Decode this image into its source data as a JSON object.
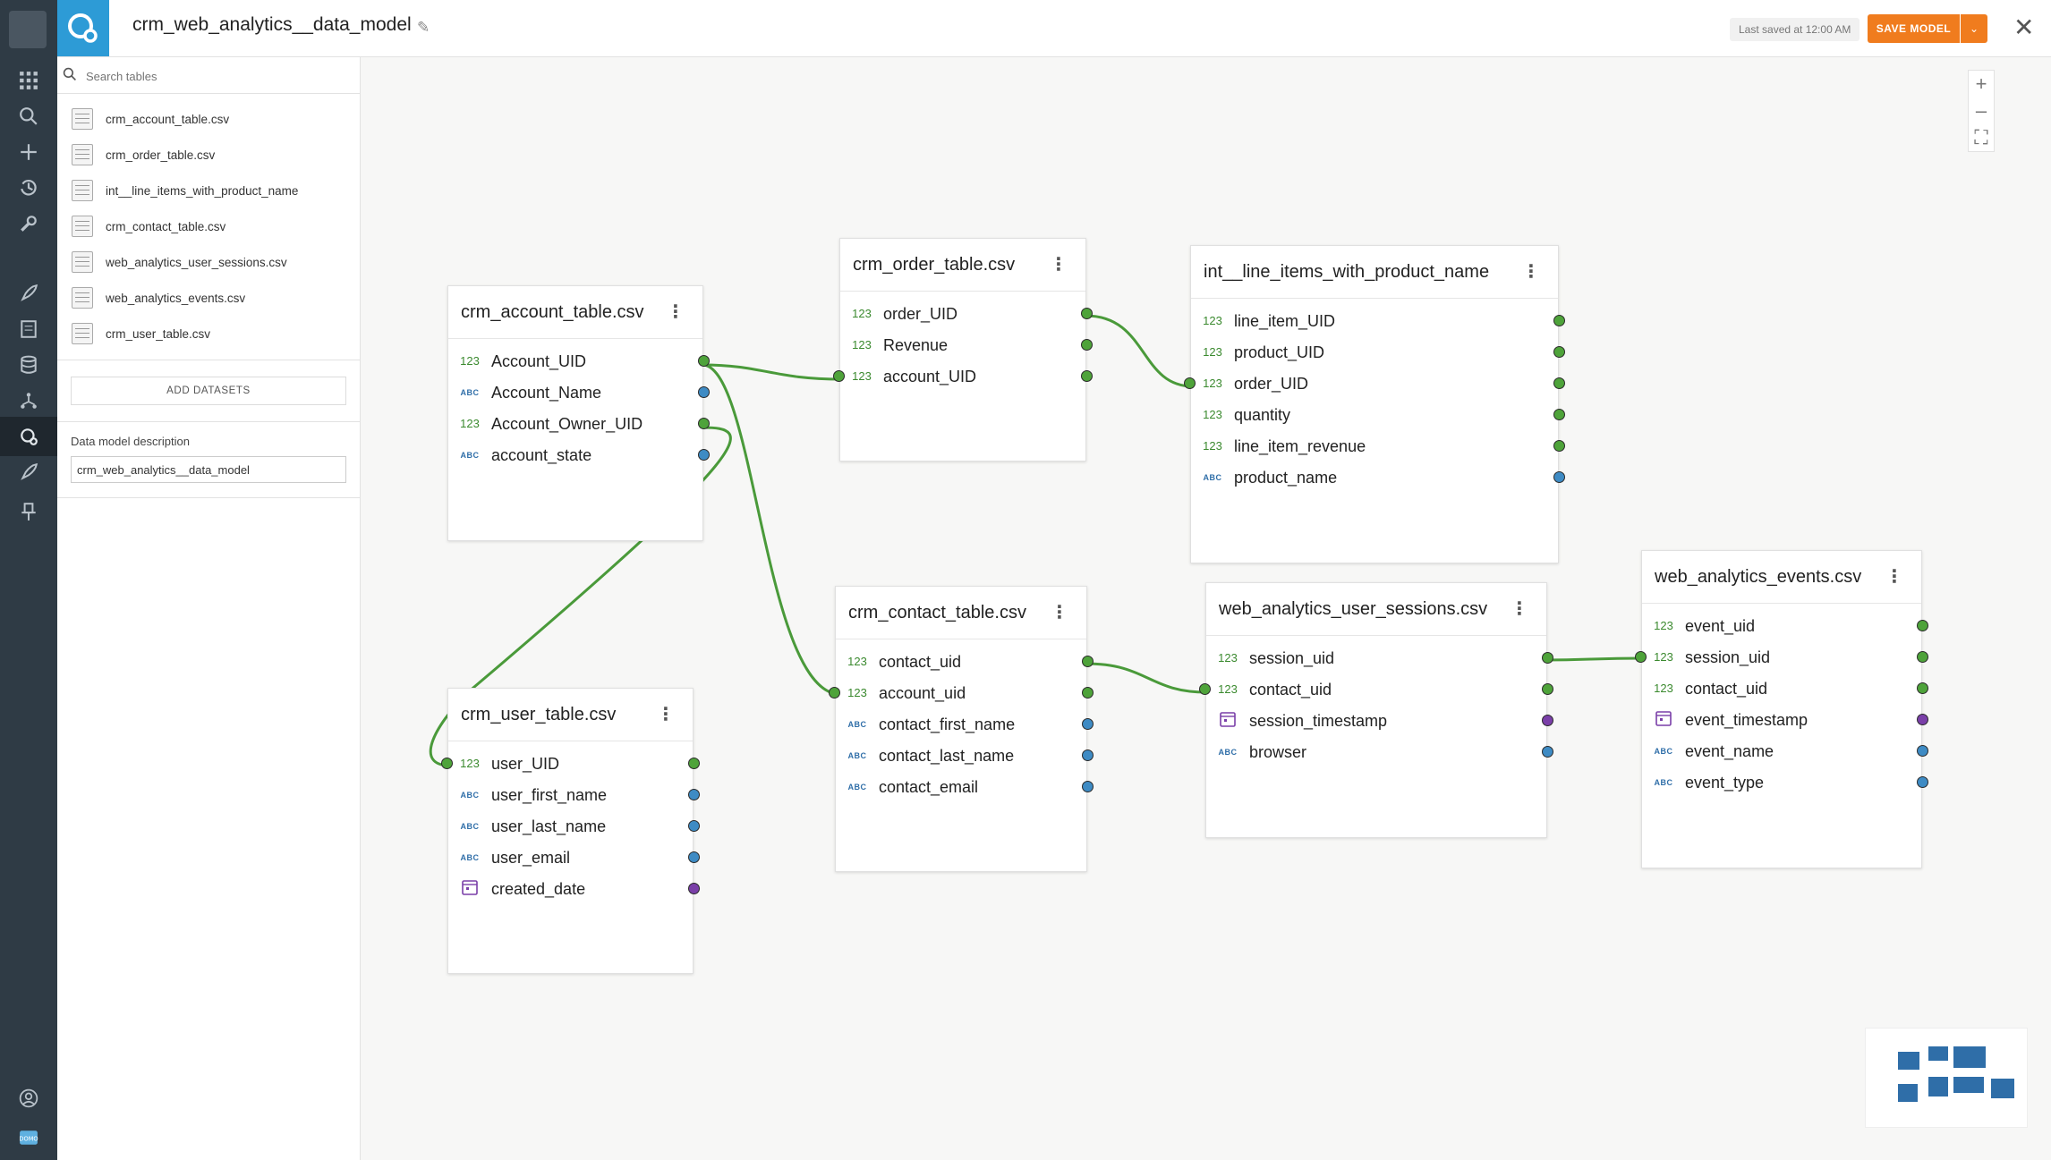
{
  "header": {
    "model_title": "crm_web_analytics__data_model",
    "last_saved": "Last saved at 12:00 AM",
    "save_label": "SAVE MODEL",
    "close_icon": "close-icon"
  },
  "sidebar": {
    "search_placeholder": "Search tables",
    "tables": [
      "crm_account_table.csv",
      "crm_order_table.csv",
      "int__line_items_with_product_name",
      "crm_contact_table.csv",
      "web_analytics_user_sessions.csv",
      "web_analytics_events.csv",
      "crm_user_table.csv"
    ],
    "add_datasets_label": "ADD DATASETS",
    "description_label": "Data model description",
    "description_value": "crm_web_analytics__data_model"
  },
  "nav_icons": [
    "apps-icon",
    "search-icon",
    "plus-icon",
    "history-icon",
    "wrench-icon",
    "rocket-icon",
    "report-icon",
    "database-icon",
    "lineage-icon",
    "data-model-icon",
    "rocket-icon",
    "pin-icon",
    "user-icon",
    "logo-icon"
  ],
  "colors": {
    "accent": "#f07c1e",
    "link": "#4a9a3a",
    "numeric": "#4ea33a",
    "text_type": "#3e8bc4",
    "date_type": "#7a3fa8",
    "rail": "#2f3b45",
    "brand": "#2d9bd6"
  },
  "type_labels": {
    "num": "123",
    "abc": "ABC"
  },
  "tables": {
    "account": {
      "name": "crm_account_table.csv",
      "fields": [
        {
          "name": "Account_UID",
          "type": "num"
        },
        {
          "name": "Account_Name",
          "type": "abc"
        },
        {
          "name": "Account_Owner_UID",
          "type": "num"
        },
        {
          "name": "account_state",
          "type": "abc"
        }
      ]
    },
    "order": {
      "name": "crm_order_table.csv",
      "fields": [
        {
          "name": "order_UID",
          "type": "num"
        },
        {
          "name": "Revenue",
          "type": "num"
        },
        {
          "name": "account_UID",
          "type": "num"
        }
      ]
    },
    "lineitems": {
      "name": "int__line_items_with_product_name",
      "fields": [
        {
          "name": "line_item_UID",
          "type": "num"
        },
        {
          "name": "product_UID",
          "type": "num"
        },
        {
          "name": "order_UID",
          "type": "num"
        },
        {
          "name": "quantity",
          "type": "num"
        },
        {
          "name": "line_item_revenue",
          "type": "num"
        },
        {
          "name": "product_name",
          "type": "abc"
        }
      ]
    },
    "contact": {
      "name": "crm_contact_table.csv",
      "fields": [
        {
          "name": "contact_uid",
          "type": "num"
        },
        {
          "name": "account_uid",
          "type": "num"
        },
        {
          "name": "contact_first_name",
          "type": "abc"
        },
        {
          "name": "contact_last_name",
          "type": "abc"
        },
        {
          "name": "contact_email",
          "type": "abc"
        }
      ]
    },
    "sessions": {
      "name": "web_analytics_user_sessions.csv",
      "fields": [
        {
          "name": "session_uid",
          "type": "num"
        },
        {
          "name": "contact_uid",
          "type": "num"
        },
        {
          "name": "session_timestamp",
          "type": "date"
        },
        {
          "name": "browser",
          "type": "abc"
        }
      ]
    },
    "events": {
      "name": "web_analytics_events.csv",
      "fields": [
        {
          "name": "event_uid",
          "type": "num"
        },
        {
          "name": "session_uid",
          "type": "num"
        },
        {
          "name": "contact_uid",
          "type": "num"
        },
        {
          "name": "event_timestamp",
          "type": "date"
        },
        {
          "name": "event_name",
          "type": "abc"
        },
        {
          "name": "event_type",
          "type": "abc"
        }
      ]
    },
    "user": {
      "name": "crm_user_table.csv",
      "fields": [
        {
          "name": "user_UID",
          "type": "num"
        },
        {
          "name": "user_first_name",
          "type": "abc"
        },
        {
          "name": "user_last_name",
          "type": "abc"
        },
        {
          "name": "user_email",
          "type": "abc"
        },
        {
          "name": "created_date",
          "type": "date"
        }
      ]
    }
  },
  "relationships": [
    {
      "from": "account.Account_UID",
      "to": "order.account_UID"
    },
    {
      "from": "account.Account_UID",
      "to": "contact.account_uid"
    },
    {
      "from": "account.Account_Owner_UID",
      "to": "user.user_UID"
    },
    {
      "from": "order.order_UID",
      "to": "lineitems.order_UID"
    },
    {
      "from": "contact.contact_uid",
      "to": "sessions.contact_uid"
    },
    {
      "from": "sessions.session_uid",
      "to": "events.session_uid"
    }
  ]
}
